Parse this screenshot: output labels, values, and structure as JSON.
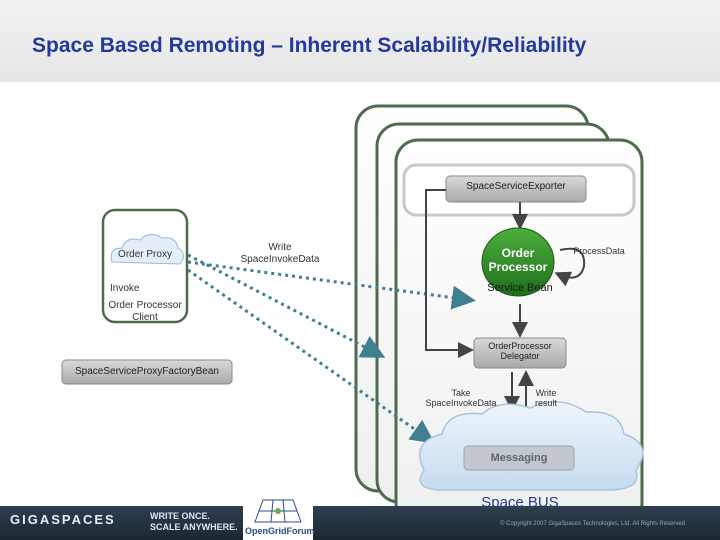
{
  "slide": {
    "title": "Space Based Remoting – Inherent Scalability/Reliability"
  },
  "diagram": {
    "client_box_label": "Order Processor\nClient",
    "order_proxy": "Order Proxy",
    "invoke": "Invoke",
    "proxy_factory_bean": "SpaceServiceProxyFactoryBean",
    "write_invoke_data": "Write\nSpaceInvokeData",
    "service_exporter": "SpaceServiceExporter",
    "order_processor": "Order\nProcessor",
    "service_bean": "Service Bean",
    "process_data": "ProcessData",
    "delegator": "OrderProcessor\nDelegator",
    "take_invoke_data": "Take\nSpaceInvokeData",
    "write_result": "Write\nresult",
    "messaging": "Messaging",
    "space_bus": "Space BUS"
  },
  "footer": {
    "company": "GIGASPACES",
    "tagline": "WRITE ONCE.\nSCALE ANYWHERE.",
    "partner": "OpenGridForum",
    "copyright": "© Copyright 2007 GigaSpaces Technologies, Ltd. All Rights Reserved"
  },
  "colors": {
    "title": "#233a9a",
    "frame_green": "#4e6b4c",
    "processor_green": "#2f7a2a",
    "arrow_teal": "#3f7f8f",
    "cloud_blue": "#dbeaf6"
  }
}
